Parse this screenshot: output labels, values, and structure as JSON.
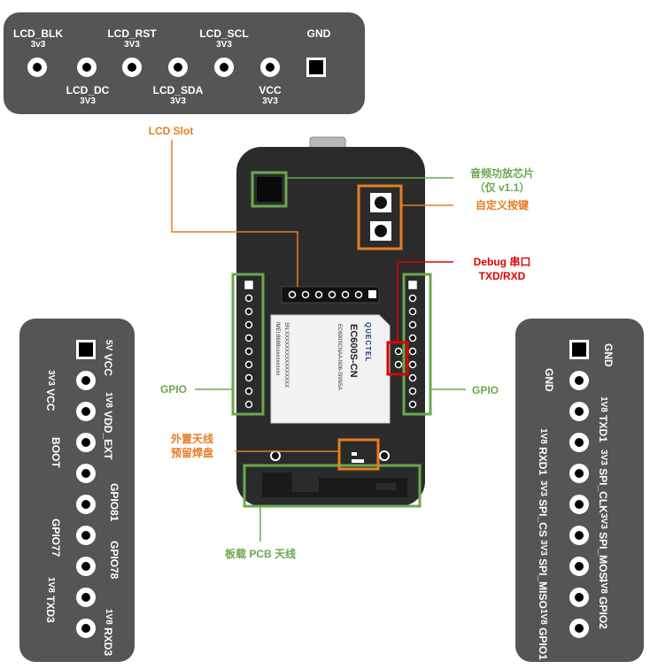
{
  "top_header": {
    "pins": [
      {
        "name": "LCD_BLK",
        "volt": "3v3"
      },
      {
        "name": "LCD_DC",
        "volt": "3V3"
      },
      {
        "name": "LCD_RST",
        "volt": "3V3"
      },
      {
        "name": "LCD_SDA",
        "volt": "3V3"
      },
      {
        "name": "LCD_SCL",
        "volt": "3V3"
      },
      {
        "name": "VCC",
        "volt": "3V3"
      },
      {
        "name": "GND",
        "volt": ""
      }
    ]
  },
  "left_header": {
    "pins_right_labels": [
      {
        "name": "VCC",
        "volt": "5V"
      },
      {
        "name": "VDD_EXT",
        "volt": "1V8"
      },
      {
        "name": "GPIO81",
        "volt": ""
      },
      {
        "name": "GPIO78",
        "volt": ""
      },
      {
        "name": "RXD3",
        "volt": "1V8"
      }
    ],
    "pins_left_labels": [
      {
        "name": "VCC",
        "volt": "3V3"
      },
      {
        "name": "BOOT",
        "volt": ""
      },
      {
        "name": "GPIO77",
        "volt": ""
      },
      {
        "name": "TXD3",
        "volt": "1V8"
      }
    ]
  },
  "right_header": {
    "pins_right_labels": [
      {
        "name": "GND",
        "volt": ""
      },
      {
        "name": "TXD1",
        "volt": "1V8"
      },
      {
        "name": "SPI_CLK",
        "volt": "3V3"
      },
      {
        "name": "SPI_MOSI",
        "volt": "3V3"
      },
      {
        "name": "GPIO2",
        "volt": "1V8"
      }
    ],
    "pins_left_labels": [
      {
        "name": "GND",
        "volt": ""
      },
      {
        "name": "RXD1",
        "volt": "1V8"
      },
      {
        "name": "SPI_CS",
        "volt": "3V3"
      },
      {
        "name": "SPI_MISO",
        "volt": "3V3"
      },
      {
        "name": "GPIO1",
        "volt": "1V8"
      }
    ]
  },
  "annotations": {
    "lcd_slot": "LCD Slot",
    "audio_line1": "音频功放芯片",
    "audio_line2": "（仅 v1.1）",
    "custom_key": "自定义按键",
    "debug_line1": "Debug 串口",
    "debug_line2": "TXD/RXD",
    "gpio_left": "GPIO",
    "gpio_right": "GPIO",
    "antenna_line1": "外置天线",
    "antenna_line2": "预留焊盘",
    "pcb_antenna": "板载 PCB 天线"
  },
  "module": {
    "brand": "QUECTEL",
    "model": "EC600S-CN",
    "part_no": "EC600SCNAA-N06-SNNSA",
    "sn": "SN:XXXXXXXXXXXXXXXX",
    "imei": "IMEI:8698xxxxxxxxxxx"
  },
  "colors": {
    "green": "#6aa84f",
    "orange": "#e67e22",
    "red": "#e00000",
    "board": "#2b2b2b",
    "panel": "#555555"
  }
}
